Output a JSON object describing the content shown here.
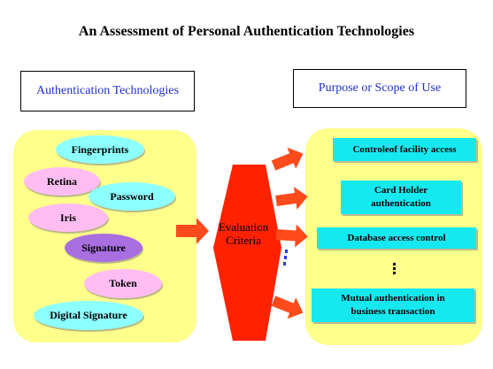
{
  "title": "An Assessment of Personal Authentication Technologies",
  "left_header": "Authentication Technologies",
  "right_header": "Purpose or Scope of Use",
  "technologies": [
    "Fingerprints",
    "Retina",
    "Password",
    "Iris",
    "Signature",
    "Token",
    "Digital Signature"
  ],
  "evaluation": {
    "line1": "Evaluation",
    "line2": "Criteria"
  },
  "uses": [
    {
      "line1": "Controleof facility access",
      "line2": ""
    },
    {
      "line1": "Card Holder",
      "line2": "authentication"
    },
    {
      "line1": "Database access control",
      "line2": ""
    },
    {
      "line1": "Mutual authentication in",
      "line2": "business transaction"
    }
  ],
  "colors": {
    "panel": "#ffff8c",
    "ellipse_pink": "#ffbdf2",
    "ellipse_cyan": "#8effff",
    "ellipse_purple": "#a96ee0",
    "use_box": "#16e8f0",
    "arrow": "#ff4a1c",
    "evaluation_shape": "#ff2200",
    "header_text": "#1f2fd0"
  }
}
